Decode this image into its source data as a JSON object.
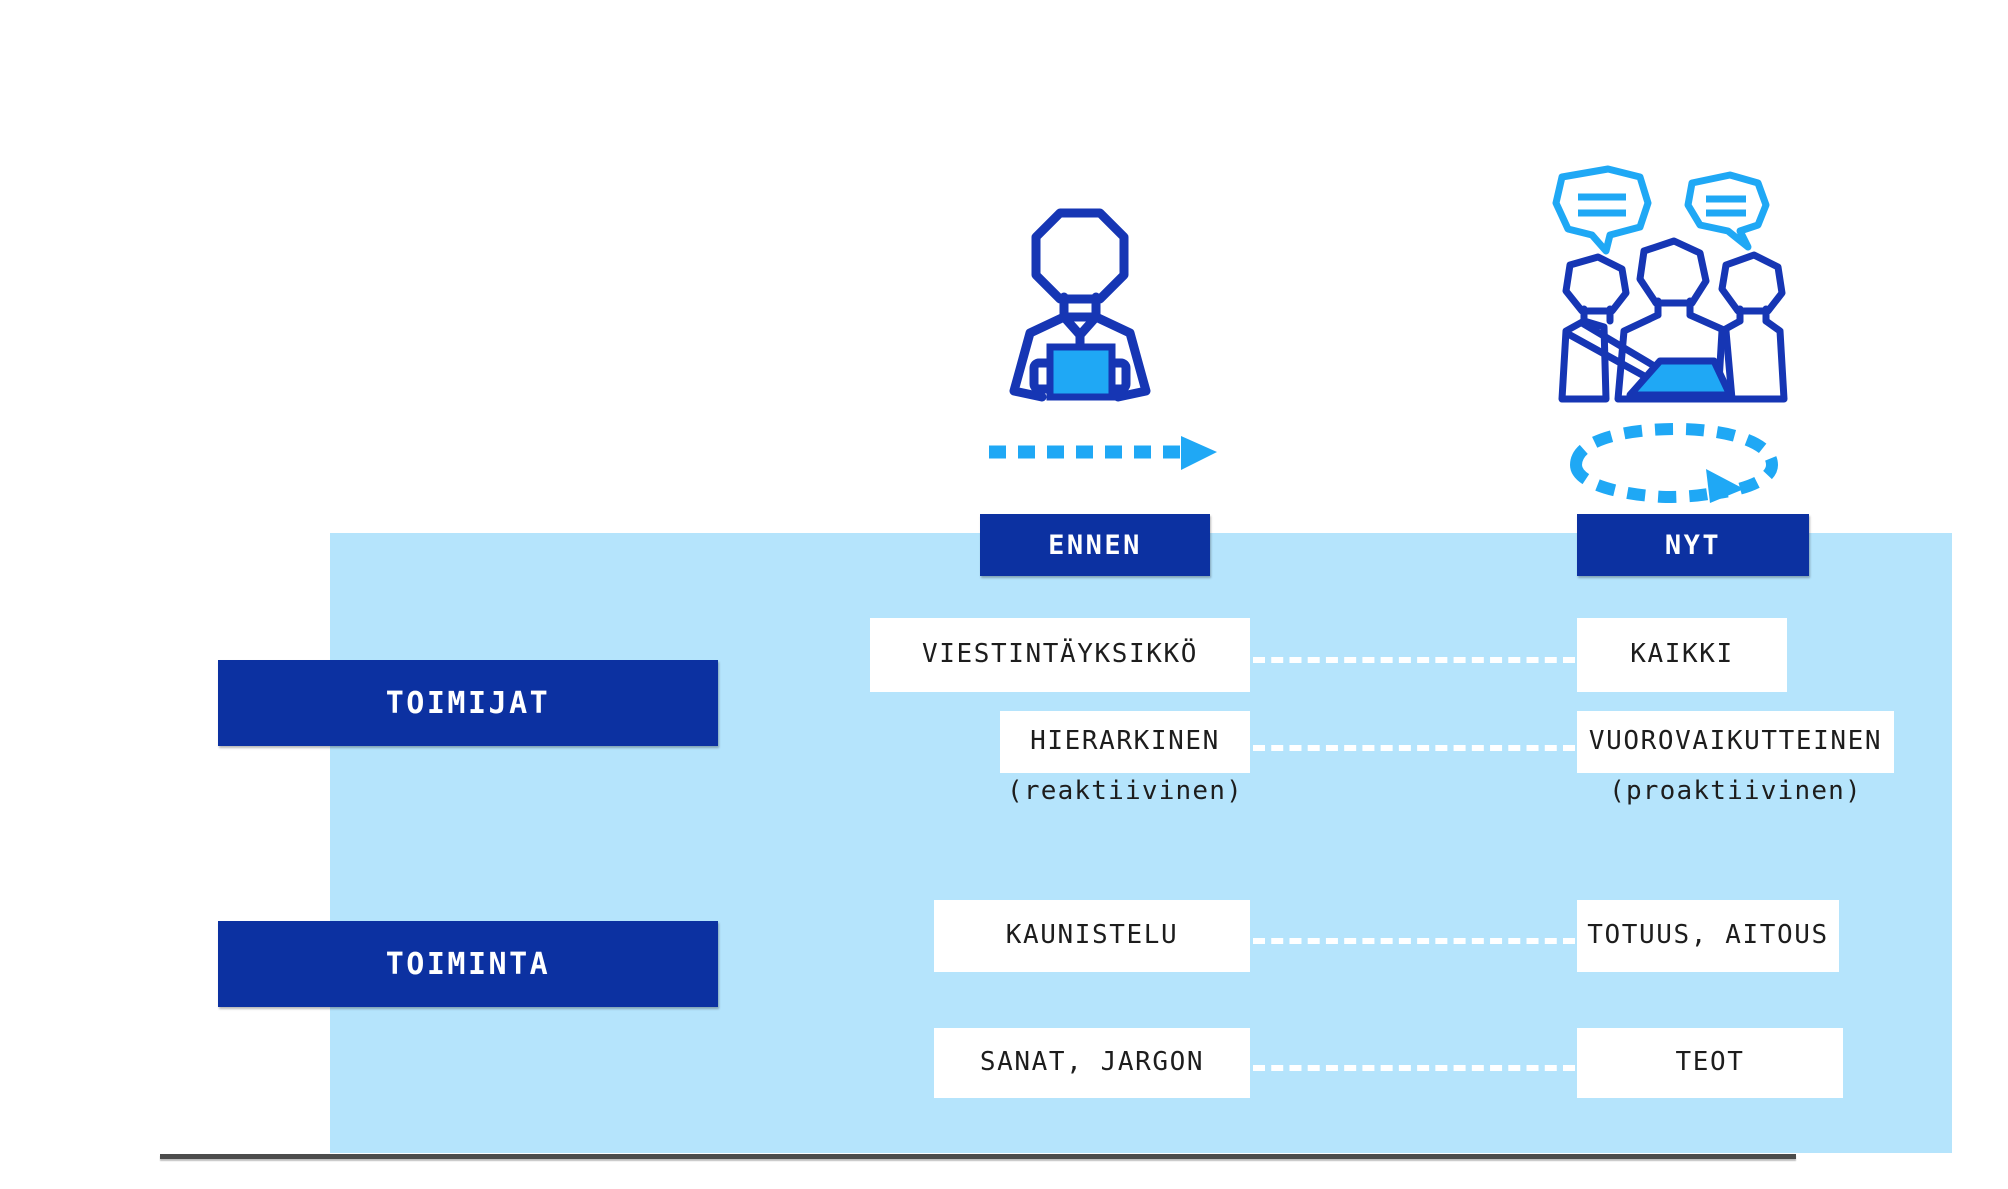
{
  "colors": {
    "dark_blue": "#0C31A1",
    "light_blue_panel": "#B5E4FC",
    "accent_cyan": "#1FA8F5",
    "box_white": "#FFFFFF",
    "baseline_gray": "#4C4C4C"
  },
  "eras": {
    "before": {
      "label": "ENNEN",
      "icon": "businessperson-icon",
      "arrow": "dashed-right-arrow-icon"
    },
    "now": {
      "label": "NYT",
      "icon": "team-meeting-icon",
      "arrow": "dashed-loop-arrow-icon"
    }
  },
  "rows": [
    {
      "label": "TOIMIJAT",
      "pairs": [
        {
          "before": "VIESTINTÄYKSIKKÖ",
          "before_sub": "",
          "now": "KAIKKI",
          "now_sub": ""
        },
        {
          "before": "HIERARKINEN",
          "before_sub": "(reaktiivinen)",
          "now": "VUOROVAIKUTTEINEN",
          "now_sub": "(proaktiivinen)"
        }
      ]
    },
    {
      "label": "TOIMINTA",
      "pairs": [
        {
          "before": "KAUNISTELU",
          "before_sub": "",
          "now": "TOTUUS, AITOUS",
          "now_sub": ""
        },
        {
          "before": "SANAT, JARGON",
          "before_sub": "",
          "now": "TEOT",
          "now_sub": ""
        }
      ]
    }
  ]
}
